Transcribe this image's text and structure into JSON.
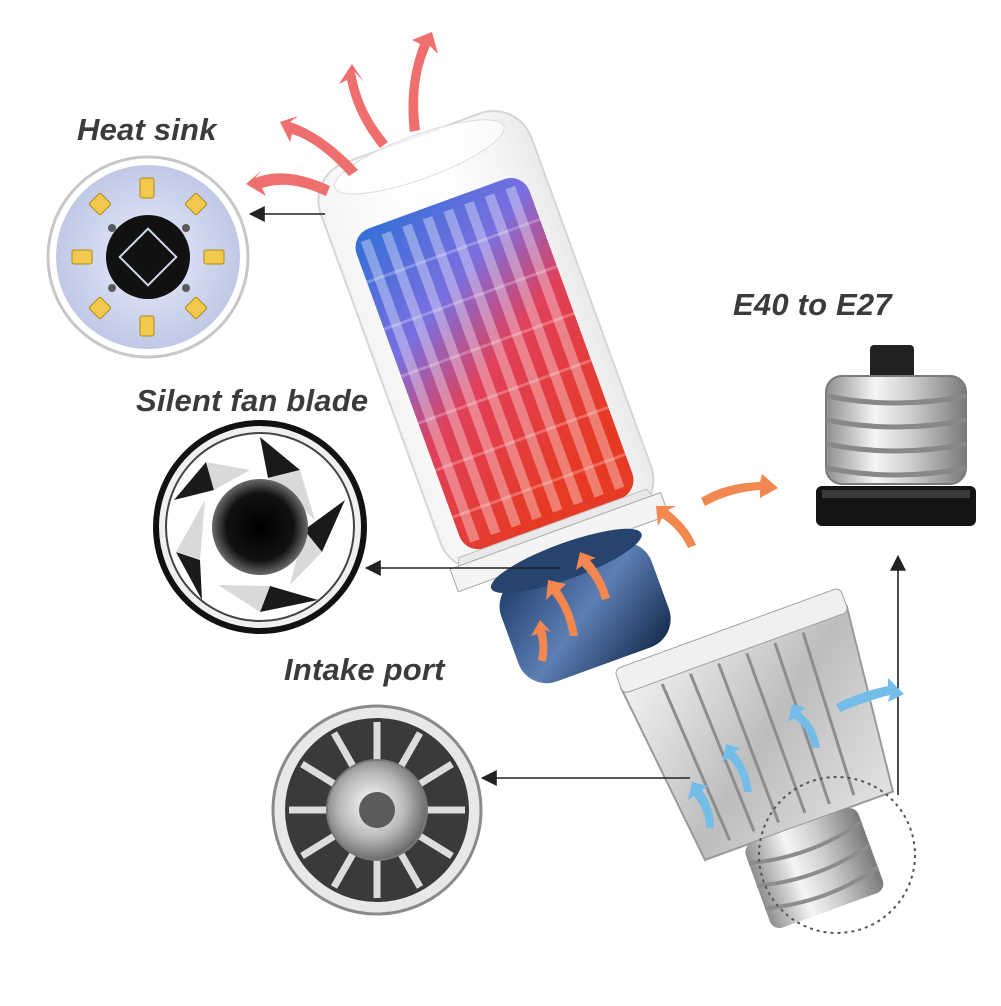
{
  "labels": {
    "heat_sink": "Heat sink",
    "fan_blade": "Silent fan blade",
    "intake_port": "Intake port",
    "adapter": "E40 to E27"
  },
  "colors": {
    "label_text": "#3b3b3b",
    "hot_air": "#ec6a6a",
    "warm_air": "#f08a50",
    "cool_air": "#6fb7e6",
    "led_hot": "#e23b2e",
    "led_cool": "#4a90d9"
  },
  "icons": [
    "heat-sink-icon",
    "fan-blade-icon",
    "intake-port-icon",
    "adapter-icon",
    "led-bulb-icon",
    "hot-air-arrow-icon",
    "cool-air-arrow-icon"
  ]
}
